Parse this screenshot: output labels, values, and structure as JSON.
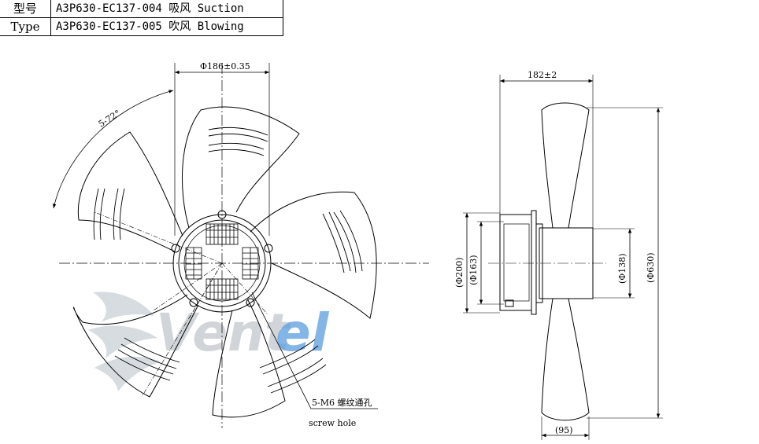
{
  "spec_table": {
    "rows": [
      {
        "header": "型号",
        "value": "A3P630-EC137-004 吸风 Suction"
      },
      {
        "header": "Type",
        "value": "A3P630-EC137-005 吹风 Blowing"
      }
    ]
  },
  "front_view": {
    "dim_hub_diameter": "Φ186±0.35",
    "dim_blade_angle": "5-72°",
    "callout_screw": "5-M6 螺纹通孔",
    "callout_screw_en": "screw hole"
  },
  "side_view": {
    "dim_depth": "182±2",
    "dim_outer": "(Φ200)",
    "dim_inner": "(Φ163)",
    "dim_hub": "(Φ138)",
    "dim_fan": "(Φ630)",
    "dim_blade_width": "(95)"
  },
  "watermark": {
    "text_gray": "Vent",
    "text_blue": "el",
    "color_gray": "#c8cdd3",
    "color_blue": "#4a90d9"
  }
}
